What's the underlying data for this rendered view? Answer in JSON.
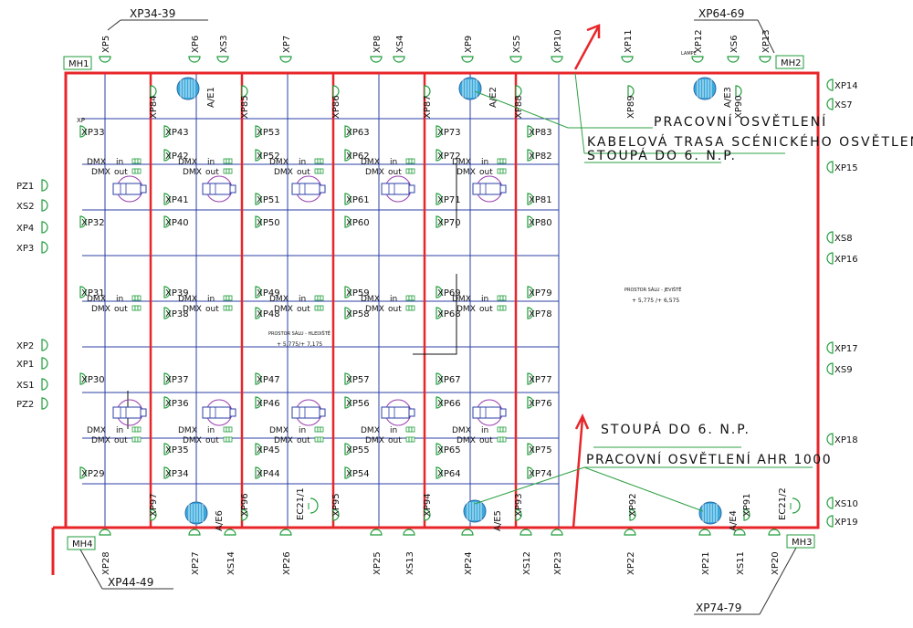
{
  "colors": {
    "wall": "#e8262a",
    "grid": "#2b3fa6",
    "socket": "#1f9d3a",
    "text": "#111111",
    "fixture_ring": "#9b3fb0",
    "fixture_fill": "#39a9dc",
    "leader": "#2ea043"
  },
  "group_labels": {
    "top_left": "XP34-39",
    "top_right": "XP64-69",
    "bottom_left": "XP44-49",
    "bottom_right": "XP74-79"
  },
  "manholes": [
    "MH1",
    "MH2",
    "MH4",
    "MH3"
  ],
  "annotations": {
    "work_light": "PRACOVNÍ OSVĚTLENÍ",
    "cable_route": "KABELOVÁ TRASA SCÉNICKÉHO OSVĚTLENÍ",
    "riser_top": "STOUPÁ DO 6. N.P.",
    "riser_bottom": "STOUPÁ DO 6. N.P.",
    "work_light_ahr": "PRACOVNÍ OSVĚTLENÍ AHR 1000"
  },
  "room_labels": {
    "hall": {
      "name": "PROSTOR SÁLU - HLEDIŠTĚ",
      "level": "+ 5,775/+ 7,175"
    },
    "stage": {
      "name": "PROSTOR SÁLU - JEVIŠTĚ",
      "level": "+ 5,775 /+ 6,575"
    }
  },
  "top_sockets": [
    "XP5",
    "XP6",
    "XS3",
    "XP7",
    "XP8",
    "XS4",
    "XP9",
    "XS5",
    "XP10",
    "XP11",
    "XP12",
    "XS6",
    "XP13"
  ],
  "bottom_sockets": [
    "XP28",
    "XP27",
    "XS14",
    "XP26",
    "XP25",
    "XS13",
    "XP24",
    "XS12",
    "XP23",
    "XP22",
    "XP21",
    "XS11",
    "XP20"
  ],
  "left_sockets": [
    "PZ1",
    "XS2",
    "XP4",
    "XP3",
    "XP2",
    "XP1",
    "XS1",
    "PZ2"
  ],
  "right_sockets": [
    "XP14",
    "XS7",
    "XP15",
    "XS8",
    "XP16",
    "XP17",
    "XS9",
    "XP18",
    "XS10",
    "XP19"
  ],
  "inner_sockets": [
    "XP33",
    "XP32",
    "XP31",
    "XP30",
    "XP29",
    "XP43",
    "XP42",
    "XP41",
    "XP40",
    "XP39",
    "XP38",
    "XP37",
    "XP36",
    "XP35",
    "XP34",
    "XP53",
    "XP52",
    "XP51",
    "XP50",
    "XP49",
    "XP48",
    "XP47",
    "XP46",
    "XP45",
    "XP44",
    "XP63",
    "XP62",
    "XP61",
    "XP60",
    "XP59",
    "XP58",
    "XP57",
    "XP56",
    "XP55",
    "XP54",
    "XP73",
    "XP72",
    "XP71",
    "XP70",
    "XP69",
    "XP68",
    "XP67",
    "XP66",
    "XP65",
    "XP64",
    "XP83",
    "XP82",
    "XP81",
    "XP80",
    "XP79",
    "XP78",
    "XP77",
    "XP76",
    "XP75",
    "XP74"
  ],
  "vertical_sockets_top": [
    "XP84",
    "XP85",
    "XP86",
    "XP87",
    "XP88",
    "XP89",
    "XP90"
  ],
  "vertical_sockets_bottom": [
    "XP97",
    "XP96",
    "XP95",
    "XP94",
    "XP93",
    "XP92",
    "XP91"
  ],
  "fixture_labels_top": [
    "A/E1",
    "A/E2",
    "A/E3"
  ],
  "fixture_labels_bottom": [
    "A/E6",
    "A/E5",
    "A/E4"
  ],
  "ec_labels": [
    "EC21/1",
    "EC21/2"
  ],
  "dmx": {
    "dmx": "DMX",
    "in": "in",
    "out": "out"
  },
  "misc": {
    "xp_small": "XP",
    "lamp_small": "LAMPE"
  }
}
